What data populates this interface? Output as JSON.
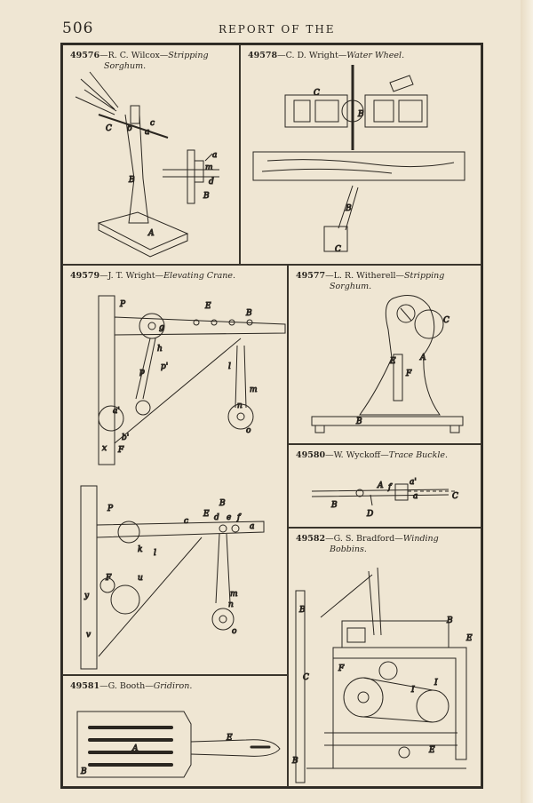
{
  "header": {
    "page_number": "506",
    "running_title": "REPORT OF THE"
  },
  "patents": [
    {
      "number": "49576",
      "patentee": "R. C. Wilcox",
      "title_line1": "Stripping",
      "title_line2": "Sorghum."
    },
    {
      "number": "49578",
      "patentee": "C. D. Wright",
      "title_line1": "Water Wheel.",
      "title_line2": ""
    },
    {
      "number": "49579",
      "patentee": "J. T. Wright",
      "title_line1": "Elevating Crane.",
      "title_line2": ""
    },
    {
      "number": "49577",
      "patentee": "L. R. Witherell",
      "title_line1": "Stripping",
      "title_line2": "Sorghum."
    },
    {
      "number": "49580",
      "patentee": "W. Wyckoff",
      "title_line1": "Trace Buckle.",
      "title_line2": ""
    },
    {
      "number": "49581",
      "patentee": "G. Booth",
      "title_line1": "Gridiron.",
      "title_line2": ""
    },
    {
      "number": "49582",
      "patentee": "G. S. Bradford",
      "title_line1": "Winding",
      "title_line2": "Bobbins."
    }
  ],
  "figure_labels": {
    "p49576": [
      "C",
      "b",
      "c",
      "a",
      "B",
      "A",
      "a",
      "m",
      "d",
      "B"
    ],
    "p49578": [
      "C",
      "B",
      "B",
      "C"
    ],
    "p49579": [
      "P",
      "E",
      "B",
      "g",
      "h",
      "p",
      "p'",
      "l",
      "m",
      "n",
      "o",
      "a'",
      "x",
      "b'",
      "F",
      "P",
      "B",
      "E",
      "d",
      "e",
      "f",
      "c",
      "a",
      "k",
      "l",
      "F",
      "u",
      "y",
      "v",
      "m",
      "n",
      "o"
    ],
    "p49577": [
      "C",
      "A",
      "E",
      "F",
      "B"
    ],
    "p49580": [
      "a'",
      "A",
      "f",
      "a",
      "C",
      "B",
      "D"
    ],
    "p49581": [
      "A",
      "B",
      "E"
    ],
    "p49582": [
      "B",
      "B",
      "E",
      "C",
      "F",
      "I",
      "I",
      "B",
      "E"
    ]
  }
}
